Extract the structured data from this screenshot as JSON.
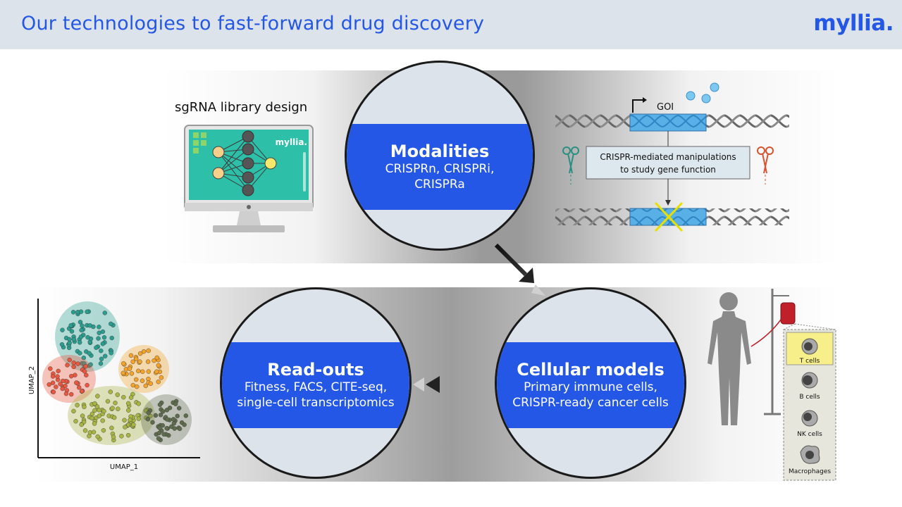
{
  "header": {
    "title": "Our technologies to fast-forward drug discovery",
    "logo": "myllia."
  },
  "colors": {
    "brand_blue": "#2457e6",
    "header_bg": "#dde3ea",
    "lens_bg": "#dde3ea",
    "teal_screen": "#2ebfa8",
    "dna_blue": "#4aa3df",
    "cross_yellow": "#e8e000"
  },
  "library_design": {
    "label": "sgRNA library design",
    "screen_logo": "myllia."
  },
  "modalities": {
    "title": "Modalities",
    "lines": [
      "CRISPRn, CRISPRi,",
      "CRISPRa"
    ]
  },
  "readouts": {
    "title": "Read-outs",
    "lines": [
      "Fitness, FACS, CITE-seq,",
      "single-cell transcriptomics"
    ]
  },
  "cellular_models": {
    "title": "Cellular models",
    "lines": [
      "Primary immune cells,",
      "CRISPR-ready cancer cells"
    ]
  },
  "crispr_diagram": {
    "gene_label": "GOI",
    "box_lines": [
      "CRISPR-mediated manipulations",
      "to study gene function"
    ]
  },
  "umap": {
    "xlabel": "UMAP_1",
    "ylabel": "UMAP_2",
    "clusters": [
      {
        "name": "teal",
        "color": "#2a9d8f"
      },
      {
        "name": "orange",
        "color": "#f4a32a"
      },
      {
        "name": "red",
        "color": "#e8573f"
      },
      {
        "name": "olive",
        "color": "#a8b545"
      },
      {
        "name": "dark",
        "color": "#5f6b4e"
      }
    ]
  },
  "immune_cells": {
    "items": [
      "T cells",
      "B cells",
      "NK cells",
      "Macrophages"
    ]
  },
  "icons": [
    "computer-monitor-icon",
    "neural-network-icon",
    "dna-helix-icon",
    "scissors-icon",
    "promoter-arrow-icon",
    "human-silhouette-icon",
    "blood-bag-icon",
    "cell-icon",
    "arrow-icon"
  ]
}
